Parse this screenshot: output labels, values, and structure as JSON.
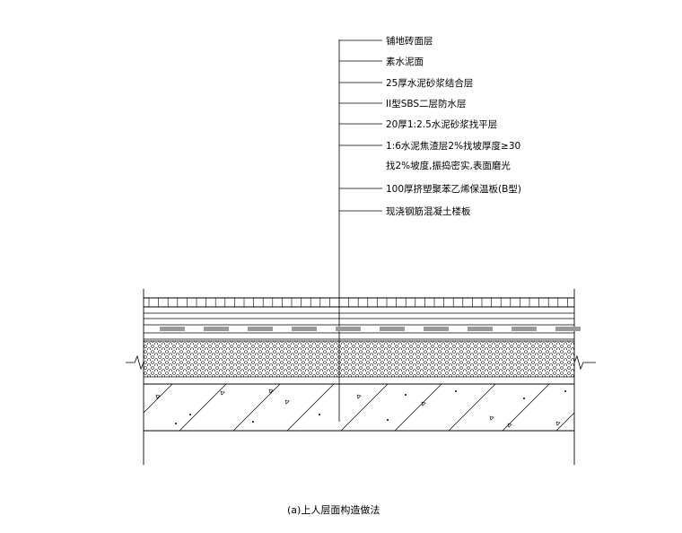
{
  "labels": [
    "铺地砖面层",
    "素水泥面",
    "25厚水泥砂浆结合层",
    "II型SBS二层防水层",
    "20厚1:2.5水泥砂浆找平层",
    "1:6水泥焦渣层2%找坡厚度≥30",
    "找2%坡度,振捣密实,表面磨光",
    "100厚挤塑聚苯乙烯保温板(B型)",
    "现浇钢筋混凝土楼板"
  ],
  "caption": "(a)上人层面构造做法"
}
